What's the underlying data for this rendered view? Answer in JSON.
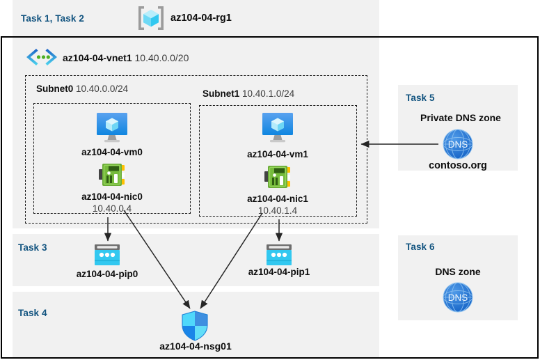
{
  "diagram": {
    "title_region": {
      "task_label": "Task 1, Task 2",
      "resource_group_icon": "resource-group-icon",
      "resource_group_name": "az104-04-rg1"
    },
    "vnet": {
      "icon": "virtual-network-icon",
      "name": "az104-04-vnet1",
      "cidr": "10.40.0.0/20",
      "subnets": [
        {
          "name": "Subnet0",
          "cidr": "10.40.0.0/24",
          "vm": {
            "icon": "virtual-machine-icon",
            "name": "az104-04-vm0"
          },
          "nic": {
            "icon": "network-interface-icon",
            "name": "az104-04-nic0",
            "ip": "10.40.0.4"
          }
        },
        {
          "name": "Subnet1",
          "cidr": "10.40.1.0/24",
          "vm": {
            "icon": "virtual-machine-icon",
            "name": "az104-04-vm1"
          },
          "nic": {
            "icon": "network-interface-icon",
            "name": "az104-04-nic1",
            "ip": "10.40.1.4"
          }
        }
      ]
    },
    "task3": {
      "task_label": "Task 3",
      "public_ips": [
        {
          "icon": "public-ip-address-icon",
          "name": "az104-04-pip0"
        },
        {
          "icon": "public-ip-address-icon",
          "name": "az104-04-pip1"
        }
      ]
    },
    "task4": {
      "task_label": "Task 4",
      "nsg": {
        "icon": "network-security-group-icon",
        "name": "az104-04-nsg01"
      }
    },
    "task5": {
      "task_label": "Task 5",
      "heading": "Private DNS zone",
      "icon": "dns-zone-icon",
      "icon_text": "DNS",
      "zone_name": "contoso.org"
    },
    "task6": {
      "task_label": "Task 6",
      "heading": "DNS zone",
      "icon": "dns-zone-icon",
      "icon_text": "DNS"
    },
    "colors": {
      "panel_bg": "#f1f1f1",
      "page_bg": "#ffffff",
      "task_label": "#11537f",
      "resource_name": "#0d0d0d",
      "ip_text": "#3f3f3f",
      "border": "#000000",
      "dashed_border": "#1a1a1a",
      "azure_blue": "#0078d4",
      "cyan": "#32c8f0",
      "nic_green": "#5fa52a",
      "dns_blue": "#1f6fcf",
      "arrow": "#262626"
    }
  }
}
